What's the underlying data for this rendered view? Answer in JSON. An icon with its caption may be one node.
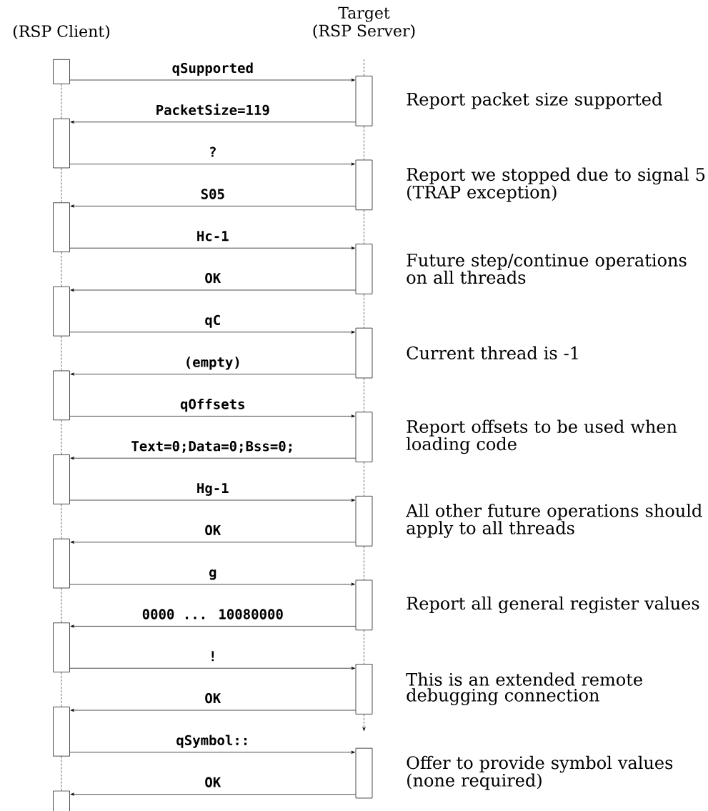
{
  "diagram": {
    "nodes": [
      {
        "text": [
          "(RSP Client)"
        ]
      },
      {
        "text": [
          "Target",
          "(RSP Server)"
        ]
      },
      {
        "text": [],
        "shape": "box"
      },
      {
        "text": [],
        "shape": "box",
        "beside": [
          "Report packet size supported"
        ]
      },
      {
        "text": [],
        "shape": "box"
      },
      {
        "text": [],
        "shape": "box",
        "beside": [
          "Report we stopped due to signal 5 (TRAP exception)"
        ]
      },
      {
        "text": [],
        "shape": "box"
      },
      {
        "text": [],
        "shape": "box",
        "beside": [
          "Future step/continue operations on all threads"
        ]
      },
      {
        "text": [],
        "shape": "box"
      },
      {
        "text": [],
        "shape": "box",
        "beside": [
          "Current thread is -1"
        ]
      },
      {
        "text": [],
        "shape": "box"
      },
      {
        "text": [],
        "shape": "box",
        "beside": [
          "Report offsets to be used when loading code"
        ]
      },
      {
        "text": [],
        "shape": "box"
      },
      {
        "text": [],
        "shape": "box",
        "beside": [
          "All other future operations should apply to all threads"
        ]
      },
      {
        "text": [],
        "shape": "box"
      },
      {
        "text": [],
        "shape": "box",
        "beside": [
          "Report all general register values"
        ]
      },
      {
        "text": [],
        "shape": "box"
      },
      {
        "text": [],
        "shape": "box",
        "beside": [
          "This is an extended remote debugging connection"
        ]
      },
      {
        "text": [],
        "shape": "box"
      },
      {
        "text": [],
        "shape": "box",
        "beside": [
          "Offer to provide symbol values (none required)"
        ]
      },
      {
        "text": [],
        "shape": "box"
      }
    ],
    "edges": [
      {
        "from": 2,
        "to": 3,
        "arrow": "to",
        "label": "qSupported"
      },
      {
        "from": 3,
        "to": 4,
        "arrow": "to",
        "label": "PacketSize=119"
      },
      {
        "from": 4,
        "to": 5,
        "arrow": "to",
        "label": "?"
      },
      {
        "from": 5,
        "to": 6,
        "arrow": "to",
        "label": "S05"
      },
      {
        "from": 6,
        "to": 7,
        "arrow": "to",
        "label": "Hc-1"
      },
      {
        "from": 7,
        "to": 8,
        "arrow": "to",
        "label": "OK"
      },
      {
        "from": 8,
        "to": 9,
        "arrow": "to",
        "label": "qC"
      },
      {
        "from": 9,
        "to": 10,
        "arrow": "to",
        "label": "(empty)"
      },
      {
        "from": 10,
        "to": 11,
        "arrow": "to",
        "label": "qOffsets"
      },
      {
        "from": 11,
        "to": 12,
        "arrow": "to",
        "label": "Text=0;Data=0;Bss=0;"
      },
      {
        "from": 12,
        "to": 13,
        "arrow": "to",
        "label": "Hg-1"
      },
      {
        "from": 13,
        "to": 14,
        "arrow": "to",
        "label": "OK"
      },
      {
        "from": 14,
        "to": 15,
        "arrow": "to",
        "label": "g"
      },
      {
        "from": 15,
        "to": 16,
        "arrow": "to",
        "label": "0000 ... 10080000"
      },
      {
        "from": 16,
        "to": 17,
        "arrow": "to",
        "label": "!"
      },
      {
        "from": 17,
        "to": 18,
        "arrow": "to",
        "label": "OK"
      },
      {
        "from": 18,
        "to": 19,
        "arrow": "to",
        "label": "qSymbol::"
      },
      {
        "from": 19,
        "to": 20,
        "arrow": "to",
        "label": "OK"
      },
      {
        "from": 2,
        "to": 4,
        "arrow": "none",
        "style": "dashed"
      },
      {
        "from": 4,
        "to": 6,
        "arrow": "none",
        "style": "dashed"
      },
      {
        "from": 6,
        "to": 8,
        "arrow": "none",
        "style": "dashed"
      },
      {
        "from": 8,
        "to": 10,
        "arrow": "none",
        "style": "dashed"
      },
      {
        "from": 10,
        "to": 12,
        "arrow": "none",
        "style": "dashed"
      },
      {
        "from": 12,
        "to": 14,
        "arrow": "none",
        "style": "dashed"
      },
      {
        "from": 14,
        "to": 16,
        "arrow": "none",
        "style": "dashed"
      },
      {
        "from": 16,
        "to": 18,
        "arrow": "none",
        "style": "dashed"
      },
      {
        "from": 18,
        "to": 20,
        "arrow": "none",
        "style": "dashed"
      },
      {
        "from": null,
        "to": 3,
        "arrow": "none",
        "style": "dashed"
      },
      {
        "from": 3,
        "to": 5,
        "arrow": "none",
        "style": "dashed"
      },
      {
        "from": 5,
        "to": 7,
        "arrow": "none",
        "style": "dashed"
      },
      {
        "from": 7,
        "to": 9,
        "arrow": "none",
        "style": "dashed"
      },
      {
        "from": 9,
        "to": 11,
        "arrow": "none",
        "style": "dashed"
      },
      {
        "from": 11,
        "to": 13,
        "arrow": "none",
        "style": "dashed"
      },
      {
        "from": 13,
        "to": 15,
        "arrow": "none",
        "style": "dashed"
      },
      {
        "from": 15,
        "to": 17,
        "arrow": "none",
        "style": "dashed"
      },
      {
        "from": 17,
        "to": null,
        "arrow": "to",
        "style": "dashed"
      }
    ]
  }
}
